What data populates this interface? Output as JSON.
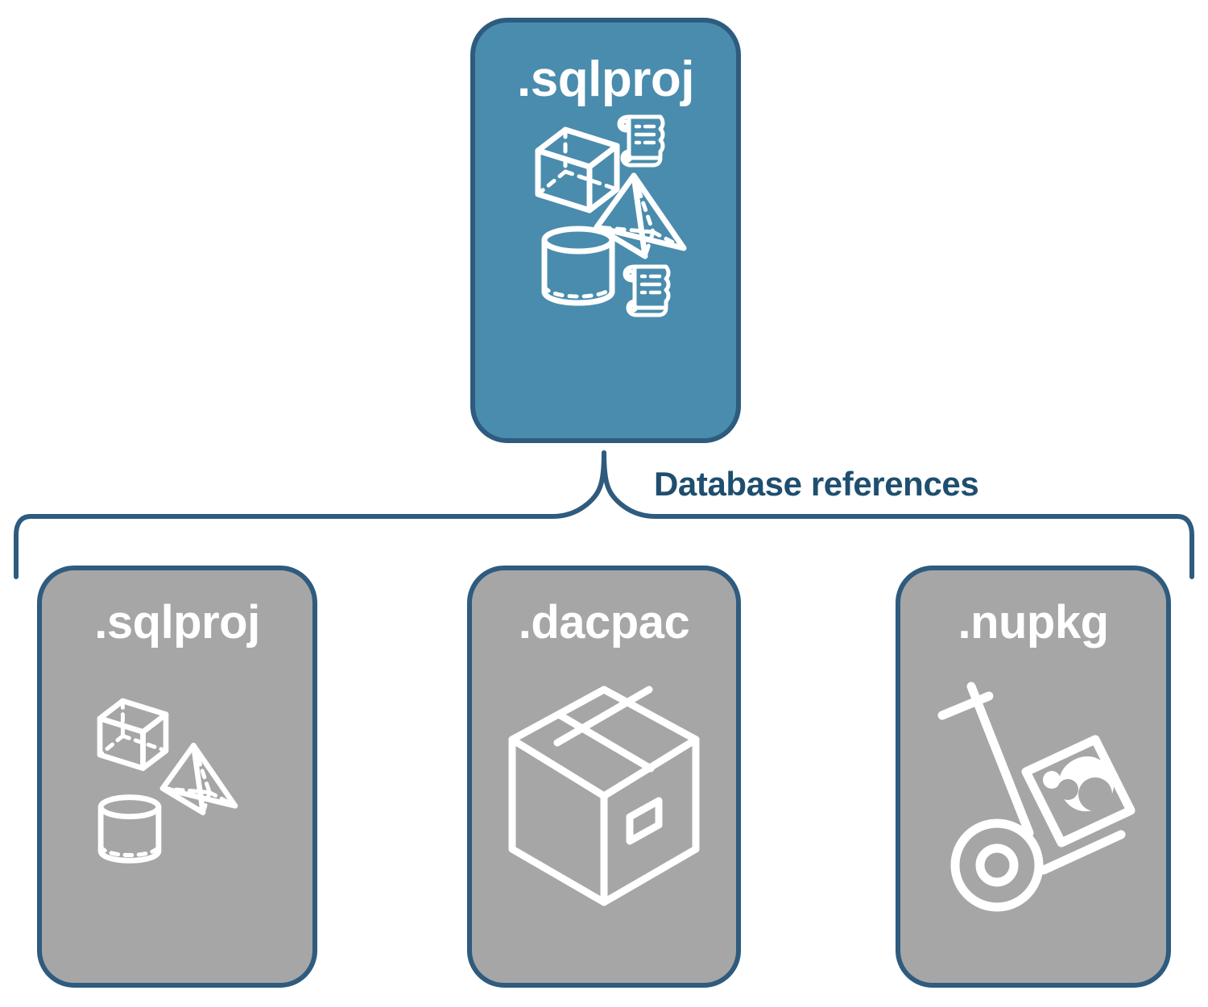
{
  "diagram": {
    "title_text": "Database references",
    "colors": {
      "primary_fill": "#4a8cad",
      "reference_fill": "#a6a6a6",
      "border": "#2e5b7e",
      "label_text": "#1f4e6e",
      "icon_stroke": "#ffffff",
      "background": "#ffffff"
    },
    "root": {
      "label": ".sqlproj",
      "icons": [
        "wireframe-cube-icon",
        "scroll-script-icon",
        "wireframe-pyramid-icon",
        "wireframe-cylinder-icon",
        "scroll-script-icon"
      ]
    },
    "connector": {
      "label": "Database references",
      "style": "curly-brace"
    },
    "references": [
      {
        "label": ".sqlproj",
        "icons": [
          "wireframe-cube-icon",
          "wireframe-pyramid-icon",
          "wireframe-cylinder-icon"
        ]
      },
      {
        "label": ".dacpac",
        "icons": [
          "shipping-box-icon"
        ]
      },
      {
        "label": ".nupkg",
        "icons": [
          "nuget-hand-truck-icon"
        ]
      }
    ]
  }
}
